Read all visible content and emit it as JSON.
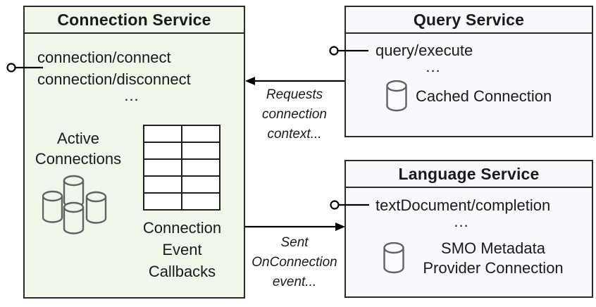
{
  "colors": {
    "background": "#ffffff",
    "connection-box-fill": "#f2f5ea",
    "service-box-fill": "#f9f9fc",
    "box-border": "#2b2b2b",
    "line": "#000000",
    "cylinder-stroke": "#616161",
    "table-line": "#1f1f1f",
    "text": "#1a1a1a"
  },
  "connection_service": {
    "title": "Connection Service",
    "methods": [
      "connection/connect",
      "connection/disconnect"
    ],
    "ellipsis": "...",
    "active_connections_label": "Active\nConnections",
    "callbacks_label": "Connection\nEvent\nCallbacks"
  },
  "query_service": {
    "title": "Query Service",
    "methods": [
      "query/execute"
    ],
    "ellipsis": "...",
    "cached_connection_label": "Cached Connection"
  },
  "language_service": {
    "title": "Language Service",
    "methods": [
      "textDocument/completion"
    ],
    "ellipsis": "...",
    "smo_connection_label": "SMO Metadata\nProvider Connection"
  },
  "annotations": {
    "requests_connection": "Requests\nconnection\ncontext...",
    "sent_event": "Sent\nOnConnection\nevent..."
  }
}
